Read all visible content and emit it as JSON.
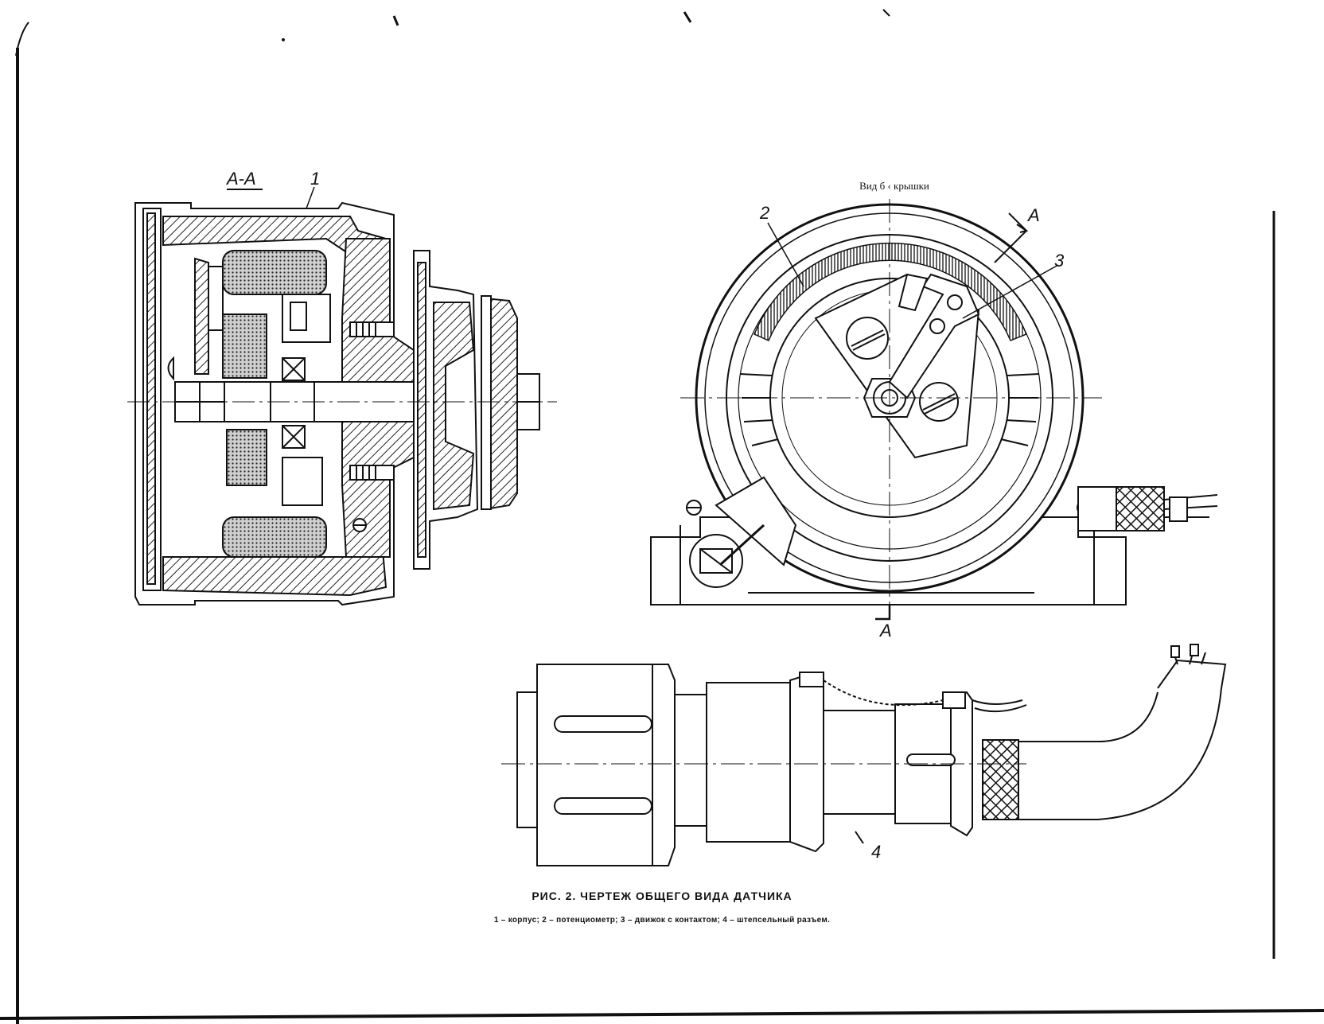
{
  "labels": {
    "section": "А-А",
    "view": "Вид б ‹ крышки",
    "part1": "1",
    "part2": "2",
    "part3": "3",
    "part4": "4",
    "cut_top": "А",
    "cut_bottom": "А"
  },
  "caption": {
    "title": "РИС. 2. ЧЕРТЕЖ ОБЩЕГО ВИДА ДАТЧИКА",
    "legend": "1 – корпус;  2 – потенциометр;  3 – движок с контактом;  4 – штепсельный разъем."
  }
}
